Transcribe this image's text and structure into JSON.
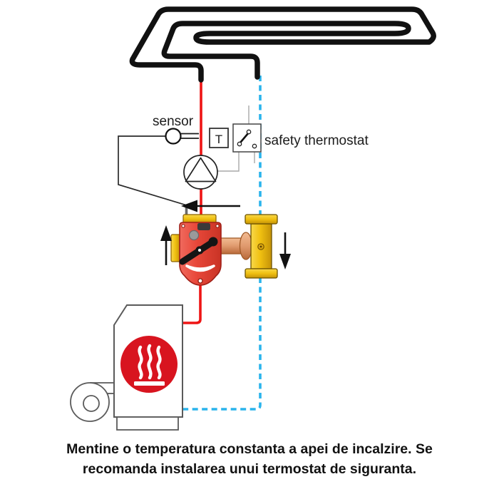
{
  "diagram": {
    "title_none": "",
    "labels": {
      "sensor": "sensor",
      "t_box": "T",
      "safety_thermostat": "safety thermostat"
    },
    "caption": {
      "line1": "Mentine o temperatura constanta a apei de incalzire. Se",
      "line2": "recomanda instalarea unui termostat de siguranta."
    },
    "colors": {
      "coil": "#111111",
      "supply_pipe": "#ee1515",
      "return_pipe": "#2ab4ec",
      "valve_body": "#e8483a",
      "valve_outline": "#a02018",
      "brass": "#f0c011",
      "brass_outline": "#6b5200",
      "copper": "#e09a6e",
      "copper_outline": "#a05a28",
      "flame_badge": "#d8141f",
      "boiler_outline": "#5a5a5a",
      "wire": "#a8a8a8",
      "arrow": "#111111"
    },
    "icons": {
      "floor_heating_coil": "serpentine-pipe",
      "temperature_sensor_bulb": "circle-bulb",
      "safety_thermostat_switch": "open-switch-contact",
      "circulation_pump": "circle-with-triangle",
      "mixing_valve": "red-thermostatic-valve",
      "tee_fitting": "brass-tee",
      "boiler": "box-with-flame-badge",
      "blower_fan": "snail-fan",
      "flame": "three-wavy-flames-over-bar"
    }
  }
}
